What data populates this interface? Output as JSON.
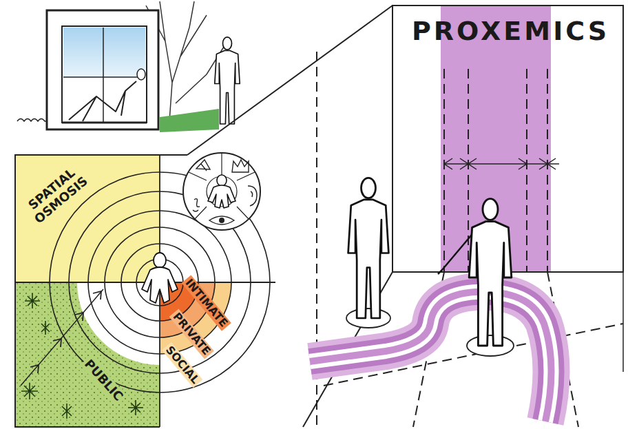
{
  "diagram": {
    "title": "PROXEMICS",
    "nodes": [
      {
        "text": [
          "SPATIAL OSMOSIS"
        ]
      }
    ],
    "labels": [
      "INTIMATE",
      "PRIVATE",
      "SOCIAL",
      "PUBLIC"
    ]
  }
}
